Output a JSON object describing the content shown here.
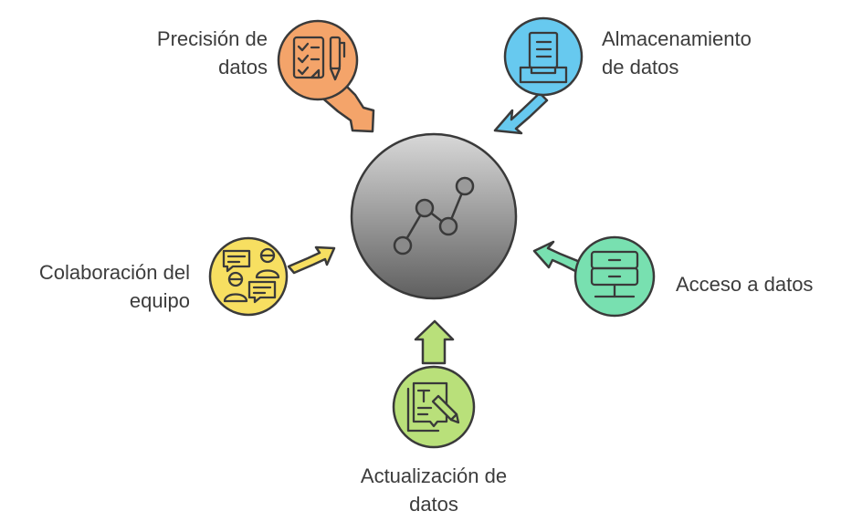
{
  "nodes": {
    "precision": {
      "line1": "Precisión de",
      "line2": "datos",
      "icon": "checklist-pen-icon",
      "color": "#f4a46a"
    },
    "storage": {
      "line1": "Almacenamiento",
      "line2": "de datos",
      "icon": "document-tray-icon",
      "color": "#67c9ef"
    },
    "access": {
      "line1": "Acceso a datos",
      "icon": "server-network-icon",
      "color": "#78e0b0"
    },
    "update": {
      "line1": "Actualización de",
      "line2": "datos",
      "icon": "edit-document-icon",
      "color": "#b9e07a"
    },
    "collaboration": {
      "line1": "Colaboración del",
      "line2": "equipo",
      "icon": "team-chat-icon",
      "color": "#f7df61"
    }
  },
  "center": {
    "icon": "line-chart-icon",
    "color_top": "#d6d6d6",
    "color_bottom": "#6a6a6a"
  },
  "colors": {
    "outline": "#3a3a3a",
    "text": "#3c3c3c"
  }
}
